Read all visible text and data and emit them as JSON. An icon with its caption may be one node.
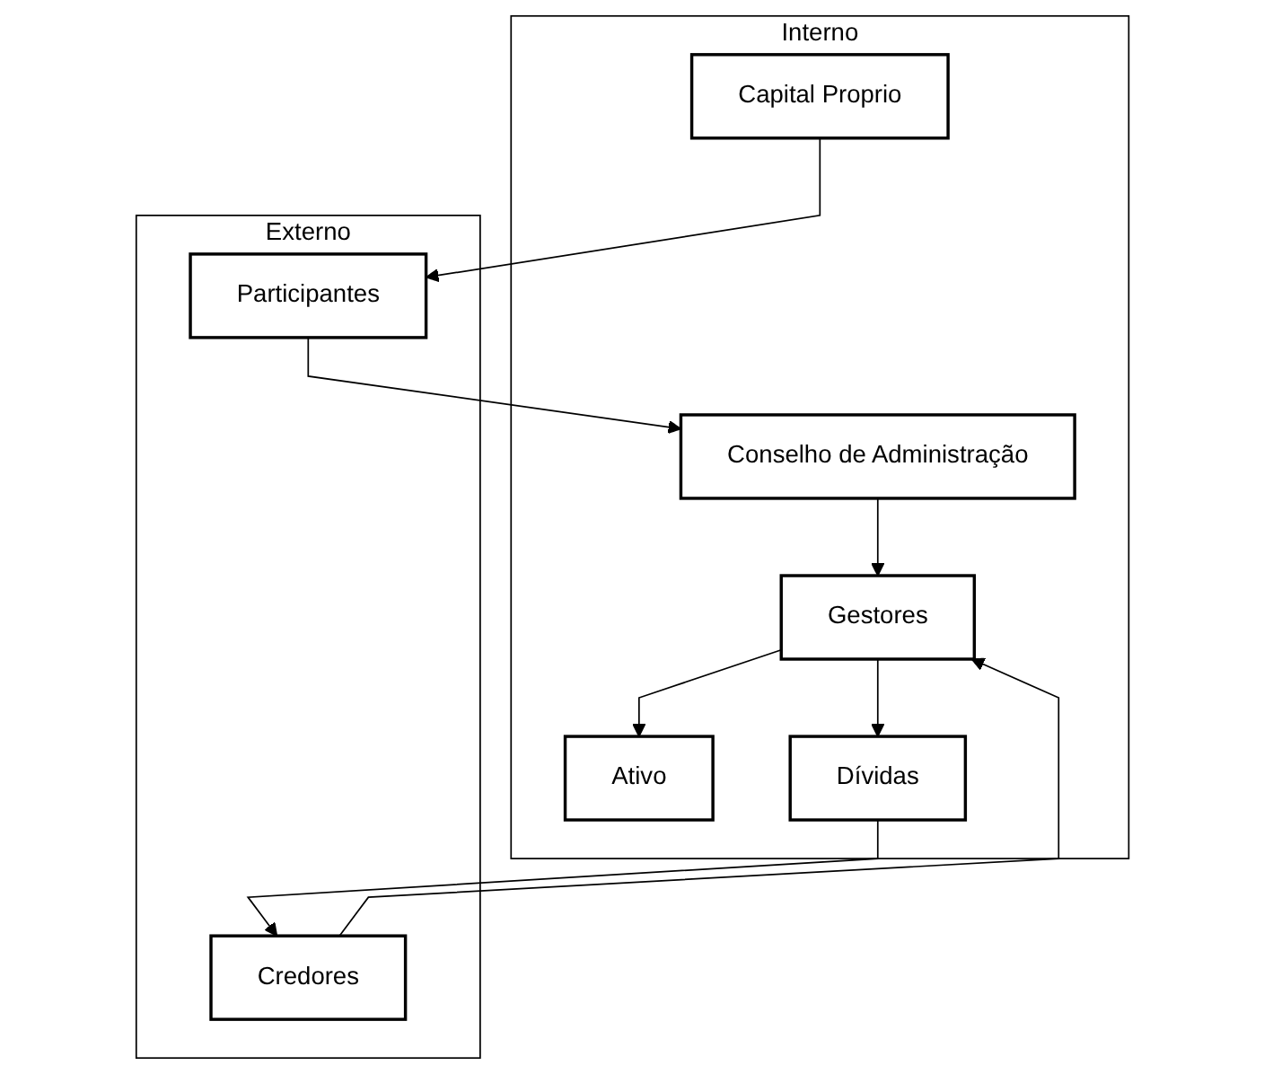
{
  "diagram": {
    "nodes": [
      {
        "text": [
          "Interno"
        ]
      },
      {
        "text": [
          "Conselho de Administração"
        ],
        "in": 0
      },
      {
        "text": [
          "Gestores"
        ],
        "in": 0
      },
      {
        "text": [
          "Ativo"
        ],
        "in": 0
      },
      {
        "text": [
          "Dívidas"
        ],
        "in": 0
      },
      {
        "text": [
          "Capital Proprio"
        ],
        "in": 0
      },
      {
        "text": [
          "Externo"
        ]
      },
      {
        "text": [
          "Credores"
        ],
        "in": 6
      },
      {
        "text": [
          "Participantes"
        ],
        "in": 6
      }
    ],
    "edges": [
      {
        "from": 8,
        "to": 1,
        "arrow": "to"
      },
      {
        "from": 1,
        "to": 2,
        "arrow": "to"
      },
      {
        "from": 7,
        "to": 2,
        "arrow": "to"
      },
      {
        "from": 2,
        "to": 3,
        "arrow": "to"
      },
      {
        "from": 2,
        "to": 4,
        "arrow": "to"
      },
      {
        "from": 4,
        "to": 7,
        "arrow": "to"
      },
      {
        "from": 5,
        "to": 8,
        "arrow": "to"
      }
    ]
  }
}
